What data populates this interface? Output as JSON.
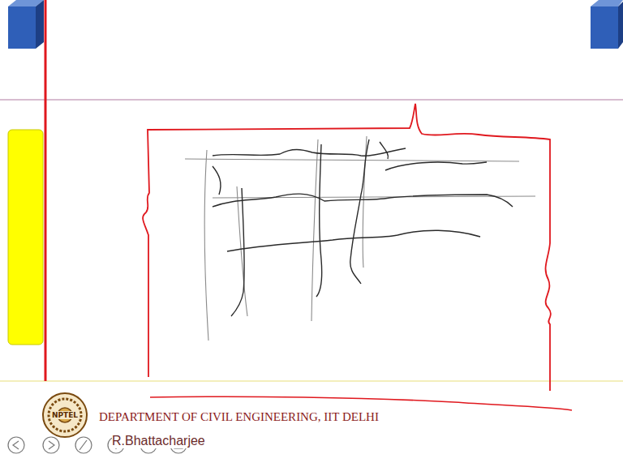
{
  "diagram": {
    "labels": [
      "NPTEL",
      "DEPARTMENT OF CIVIL ENGINEERING, IIT DELHI",
      "R.Bhattacharjee"
    ]
  }
}
